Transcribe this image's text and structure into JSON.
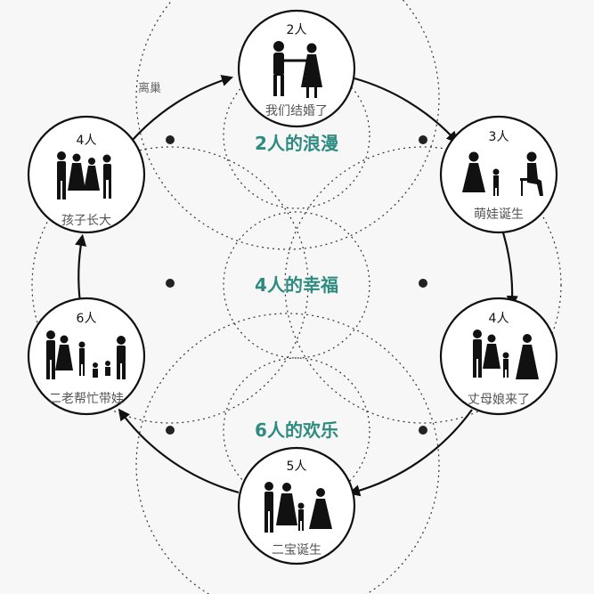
{
  "diagram": {
    "top_left_label": "离巢",
    "center": {
      "top": "2人的浪漫",
      "middle": "4人的幸福",
      "bottom": "6人的欢乐"
    },
    "stages": [
      {
        "id": "married",
        "count": "2人",
        "label": "我们结婚了"
      },
      {
        "id": "baby",
        "count": "3人",
        "label": "萌娃诞生"
      },
      {
        "id": "in-laws",
        "count": "4人",
        "label": "丈母娘来了"
      },
      {
        "id": "second-baby",
        "count": "5人",
        "label": "二宝诞生"
      },
      {
        "id": "grandparents",
        "count": "6人",
        "label": "二老帮忙带娃"
      },
      {
        "id": "grown",
        "count": "4人",
        "label": "孩子长大"
      }
    ]
  }
}
